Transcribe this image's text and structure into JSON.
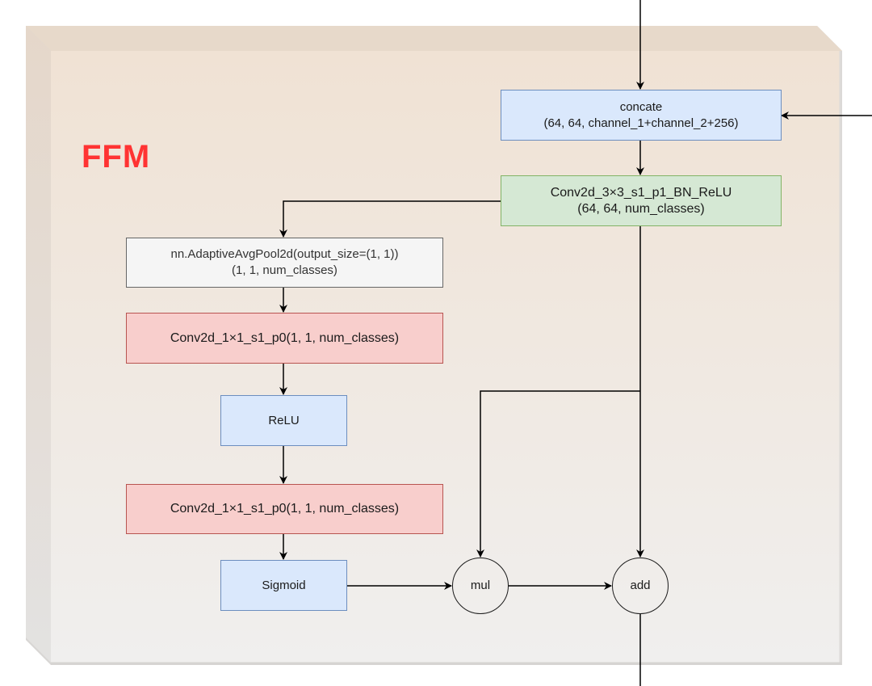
{
  "diagram": {
    "module_title": "FFM",
    "colors": {
      "title": "#ff3333",
      "frame_top": "#f0e2d4",
      "frame_bottom": "#f0efee",
      "blue_fill": "#dae8fc",
      "blue_stroke": "#6c8ebf",
      "green_fill": "#d5e8d4",
      "green_stroke": "#82b366",
      "red_fill": "#f8cecc",
      "red_stroke": "#b85450",
      "gray_fill": "#f5f5f5",
      "gray_stroke": "#666666"
    },
    "nodes": {
      "concate": {
        "line1": "concate",
        "line2": "(64, 64, channel_1+channel_2+256)"
      },
      "conv3x3": {
        "line1": "Conv2d_3×3_s1_p1_BN_ReLU",
        "line2": "(64, 64, num_classes)"
      },
      "avgpool": {
        "line1": "nn.AdaptiveAvgPool2d(output_size=(1, 1))",
        "line2": "(1, 1, num_classes)"
      },
      "conv1x1_a": {
        "label": "Conv2d_1×1_s1_p0(1, 1, num_classes)"
      },
      "relu": {
        "label": "ReLU"
      },
      "conv1x1_b": {
        "label": "Conv2d_1×1_s1_p0(1, 1, num_classes)"
      },
      "sigmoid": {
        "label": "Sigmoid"
      },
      "mul": {
        "label": "mul"
      },
      "add": {
        "label": "add"
      }
    },
    "edges": [
      {
        "from": "external-top",
        "to": "concate"
      },
      {
        "from": "external-right",
        "to": "concate"
      },
      {
        "from": "concate",
        "to": "conv3x3"
      },
      {
        "from": "conv3x3",
        "to": "avgpool"
      },
      {
        "from": "avgpool",
        "to": "conv1x1_a"
      },
      {
        "from": "conv1x1_a",
        "to": "relu"
      },
      {
        "from": "relu",
        "to": "conv1x1_b"
      },
      {
        "from": "conv1x1_b",
        "to": "sigmoid"
      },
      {
        "from": "sigmoid",
        "to": "mul"
      },
      {
        "from": "conv3x3",
        "to": "mul"
      },
      {
        "from": "conv3x3",
        "to": "add"
      },
      {
        "from": "mul",
        "to": "add"
      },
      {
        "from": "add",
        "to": "external-bottom"
      }
    ]
  }
}
